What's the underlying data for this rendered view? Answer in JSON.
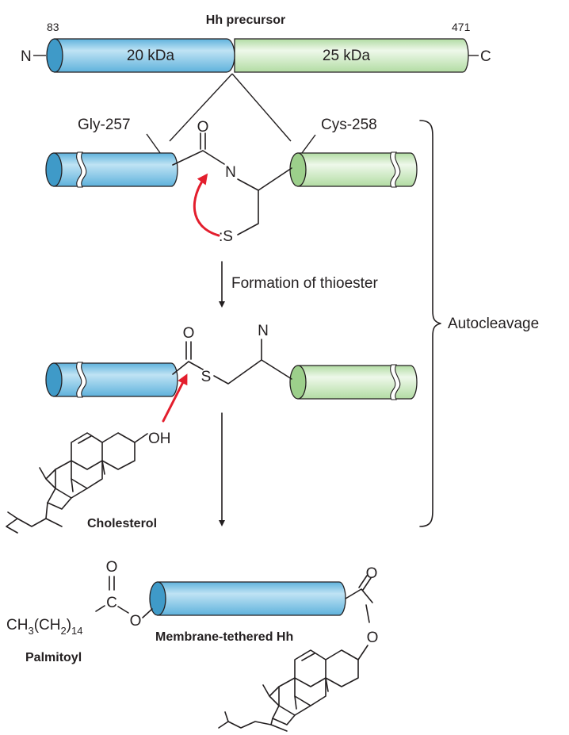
{
  "colors": {
    "blue_segment": "#7fc6e6",
    "blue_dark": "#3f9ac8",
    "green_segment": "#d3ecc9",
    "green_dark": "#9ccf8b",
    "reaction_arrow": "#e31e2d",
    "ink": "#231f20"
  },
  "precursor": {
    "title": "Hh precursor",
    "start_residue": "83",
    "end_residue": "471",
    "n_terminus": "N",
    "c_terminus": "C",
    "segment_n_label": "20 kDa",
    "segment_c_label": "25 kDa"
  },
  "step1": {
    "gly_label": "Gly-257",
    "cys_label": "Cys-258",
    "carbonyl_o": "O",
    "amide_n": "N",
    "thiol_s": ":S"
  },
  "step_arrow_1": {
    "label": "Formation of thioester"
  },
  "step2": {
    "carbonyl_o": "O",
    "thioester_s": "S",
    "amine_n": "N",
    "hydroxyl": "OH",
    "cholesterol_label": "Cholesterol"
  },
  "autocleavage": {
    "label": "Autocleavage"
  },
  "product": {
    "carbonyl_o_left": "O",
    "carbon_c": "C",
    "ester_o_left": "O",
    "chain_ch3": "CH",
    "chain_sub_3": "3",
    "chain_ch2": "(CH",
    "chain_sub_2": "2",
    "chain_close": ")",
    "chain_sub_14": "14",
    "palmitoyl_label": "Palmitoyl",
    "membrane_label": "Membrane-tethered Hh",
    "carbonyl_o_right": "O",
    "ester_o_right": "O"
  },
  "icons": [
    "cylinder-protein-segment",
    "curved-reaction-arrow",
    "down-process-arrow",
    "brace-icon",
    "steroid-ring-icon"
  ]
}
